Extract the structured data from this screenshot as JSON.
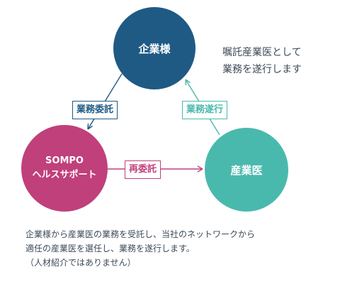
{
  "nodes": {
    "client": {
      "label": "企業様",
      "color": "#1f5a85"
    },
    "sompo": {
      "line1": "SOMPO",
      "line2": "ヘルスサポート",
      "color": "#c0407b"
    },
    "doctor": {
      "label": "産業医",
      "color": "#4ab9ad"
    }
  },
  "edges": {
    "commission": {
      "label": "業務委託",
      "from": "client",
      "to": "sompo"
    },
    "execution": {
      "label": "業務遂行",
      "from": "doctor",
      "to": "client"
    },
    "recommission": {
      "label": "再委託",
      "from": "sompo",
      "to": "doctor"
    }
  },
  "side_caption": {
    "line1": "嘱託産業医として",
    "line2": "業務を遂行します"
  },
  "footer": {
    "line1": "企業様から産業医の業務を受託し、当社のネットワークから",
    "line2": "適任の産業医を選任し、業務を遂行します。",
    "line3": "（人材紹介ではありません）"
  }
}
